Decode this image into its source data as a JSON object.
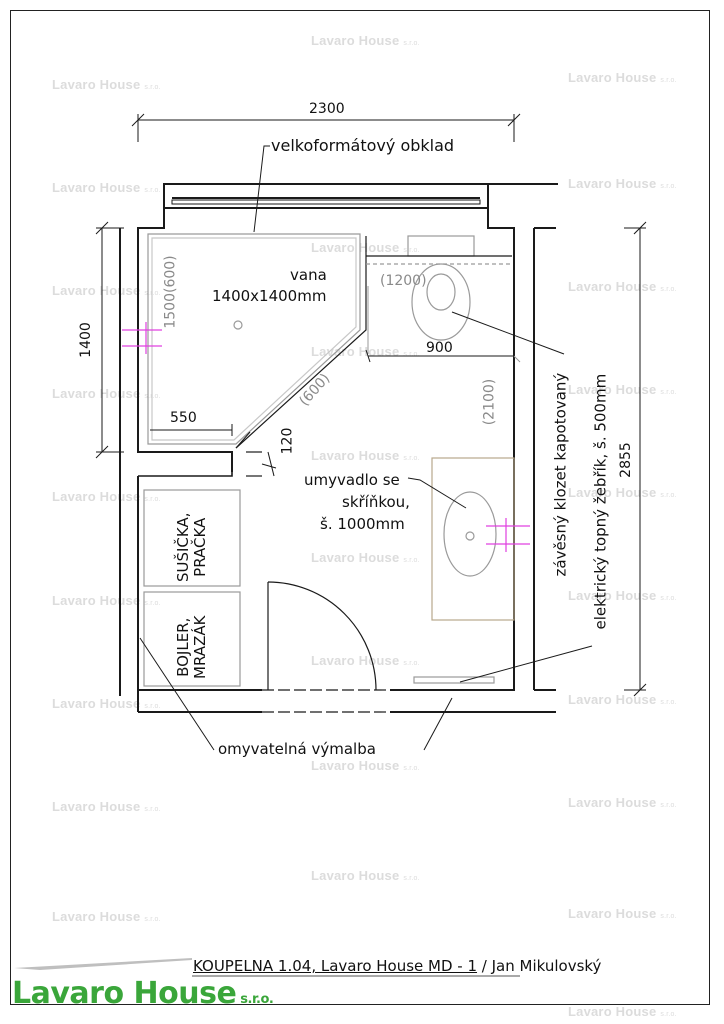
{
  "watermark": {
    "name": "Lavaro House",
    "suffix": "s.r.o."
  },
  "dimensions": {
    "overall_width": "2300",
    "height_left": "1400",
    "height_right": "2855",
    "bath_stub": "550",
    "diag_600": "(600)",
    "tub_1500": "1500(600)",
    "wc_1200": "(1200)",
    "wc_900": "900",
    "gap_2100": "(2100)",
    "gap_120": "120"
  },
  "labels": {
    "cladding": "velkoformátový obklad",
    "tub_line1": "vana",
    "tub_line2": "1400x1400mm",
    "basin_line1": "umyvadlo se",
    "basin_line2": "skříňkou,",
    "basin_line3": "š. 1000mm",
    "dryer_line1": "SUŠIČKA,",
    "dryer_line2": "PRAČKA",
    "boiler_line1": "BOJLER,",
    "boiler_line2": "MRAZÁK",
    "wc_note": "závěsný klozet kapotovaný",
    "heater_note": "elektrický topný žebřík, š. 500mm",
    "paint_note": "omyvatelná výmalba"
  },
  "footer": {
    "room": "KOUPELNA 1.04, Lavaro House MD - 1",
    "separator": " / ",
    "author": "Jan Mikulovský"
  },
  "logo": {
    "name": "Lavaro House",
    "suffix": "s.r.o."
  }
}
